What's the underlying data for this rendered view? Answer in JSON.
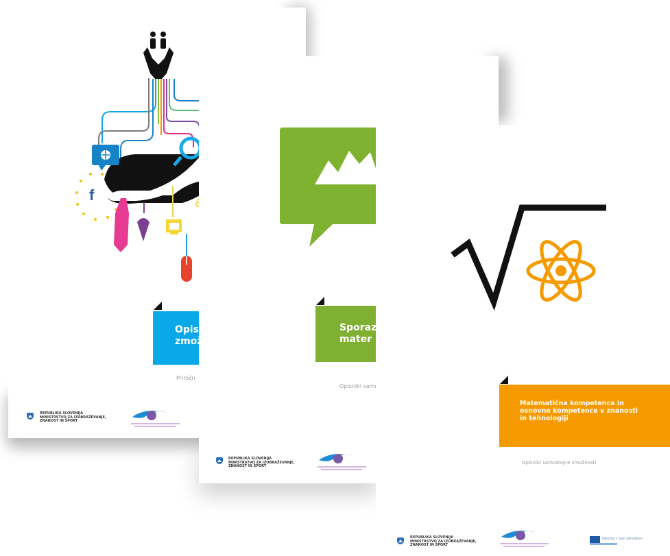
{
  "covers": [
    {
      "title_line_1": "Opism",
      "title_line_2": "zmož",
      "subtitle": "Priročn",
      "accent_color": "#08a9e6",
      "illustration_icon": "hands-book-digital-icons",
      "footer_institution": "REPUBLIKA SLOVENIJA\nMINISTRSTVO ZA IZOBRAŽEVANJE,\nZNANOST IN ŠPORT",
      "footer_partner_icon": "andragogic-center-logo"
    },
    {
      "title_line_1": "Sporaz",
      "title_line_2": "mater",
      "subtitle": "Opisniki samo",
      "accent_color": "#7fb032",
      "illustration_icon": "speech-bubble-mountains-icon",
      "footer_institution": "REPUBLIKA SLOVENIJA\nMINISTRSTVO ZA IZOBRAŽEVANJE,\nZNANOST IN ŠPORT",
      "footer_partner_icon": "andragogic-center-logo"
    },
    {
      "title_line_1": "Matematična kompetenca in",
      "title_line_2": "osnovne kompetence v znanosti",
      "title_line_3": "in tehnologiji",
      "subtitle": "Opisniki samostojne zmožnosti",
      "accent_color": "#f59a00",
      "illustration_icon": "square-root-atom-icon",
      "footer_institution": "REPUBLIKA SLOVENIJA\nMINISTRSTVO ZA IZOBRAŽEVANJE,\nZNANOST IN ŠPORT",
      "footer_partner_icon": "andragogic-center-logo",
      "footer_eu_text": "Naložba v vašo prihodnost"
    }
  ]
}
